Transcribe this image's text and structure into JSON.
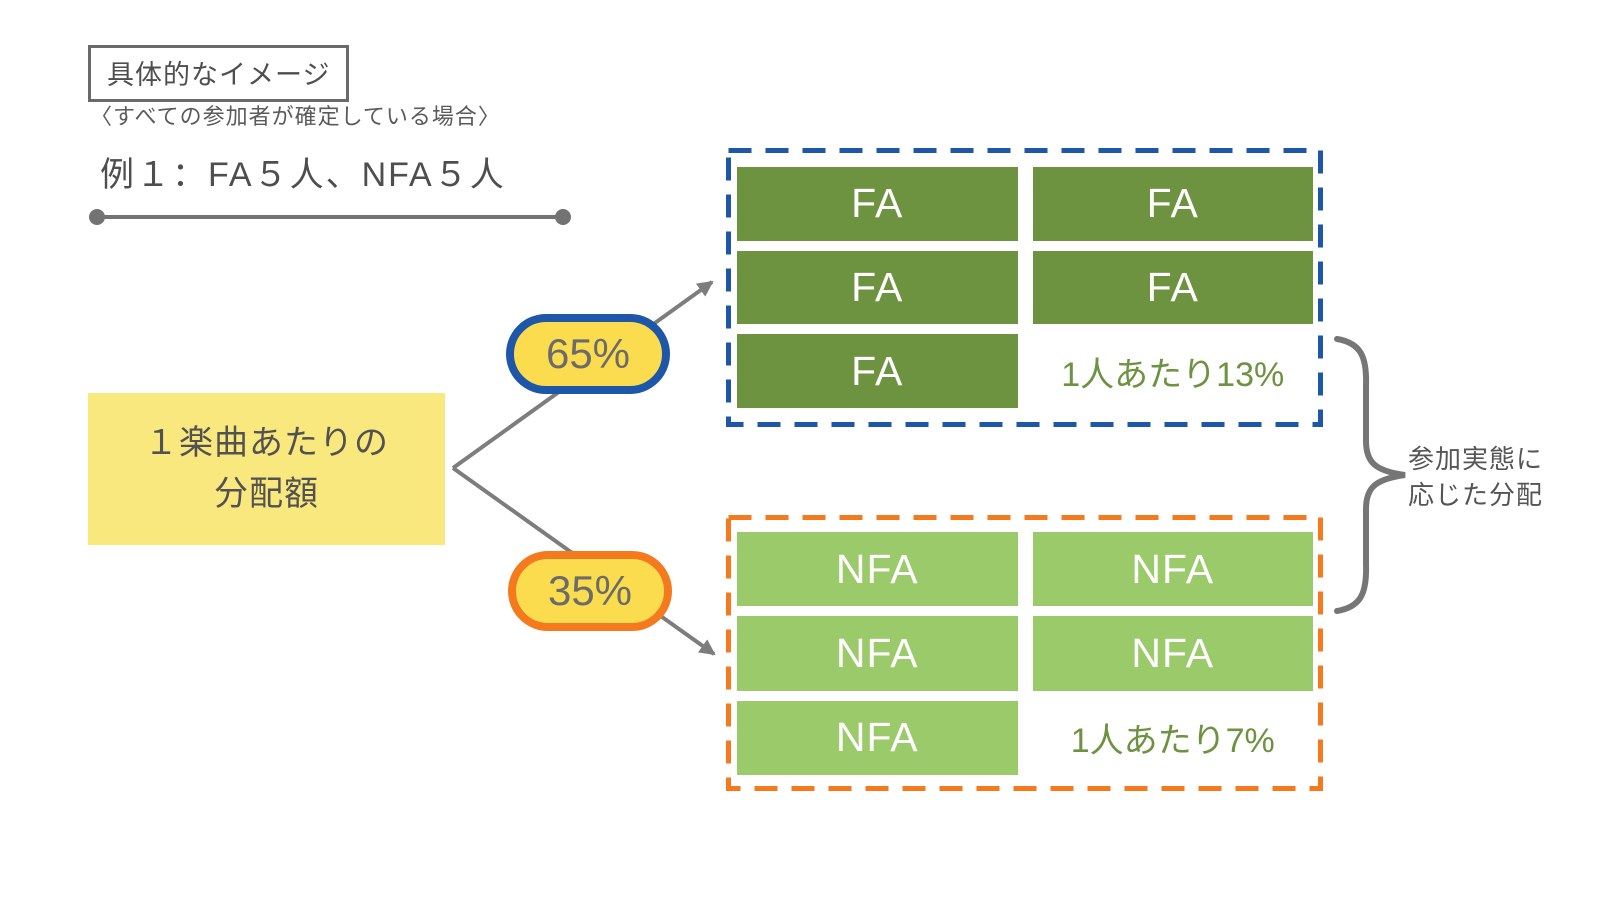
{
  "header": {
    "tag": "具体的なイメージ",
    "condition": "〈すべての参加者が確定している場合〉",
    "example": "例１：FA５人、NFA５人"
  },
  "source_box": {
    "line1": "１楽曲あたりの",
    "line2": "分配額"
  },
  "fa_branch": {
    "percent": "65%",
    "units": [
      "FA",
      "FA",
      "FA",
      "FA",
      "FA"
    ],
    "per_person": "1人あたり13%"
  },
  "nfa_branch": {
    "percent": "35%",
    "units": [
      "NFA",
      "NFA",
      "NFA",
      "NFA",
      "NFA"
    ],
    "per_person": "1人あたり7%"
  },
  "brace_note": {
    "line1": "参加実態に",
    "line2": "応じた分配"
  },
  "colors": {
    "fa_border_blue": "#1e56a8",
    "nfa_border_orange": "#f5791d",
    "pill_fill_yellow": "#fcdc4f",
    "source_box_yellow": "#f9e87d",
    "fa_cell_green": "#6d9240",
    "nfa_cell_green": "#9aca69",
    "per_person_text_green": "#6d9240",
    "heading_text_gray": "#4e4e4e",
    "arrow_line_gray": "#7d7d7d"
  }
}
